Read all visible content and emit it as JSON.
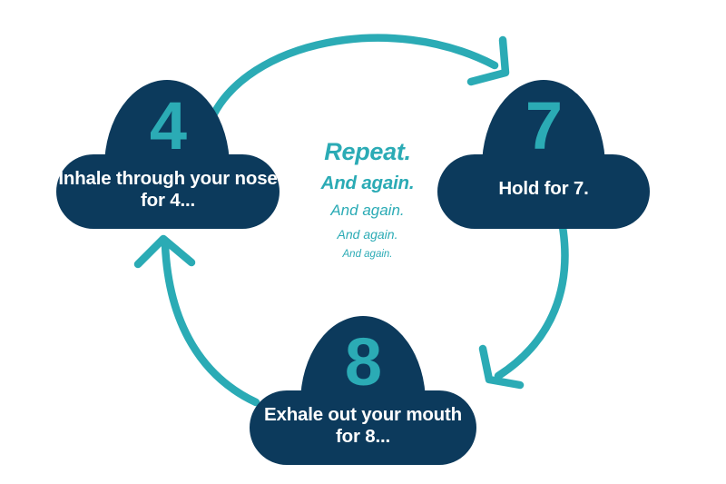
{
  "colors": {
    "navy": "#0C3A5C",
    "teal": "#2BABB5",
    "text_light": "#ffffff",
    "background": "#ffffff"
  },
  "steps": [
    {
      "id": "inhale",
      "number": "4",
      "label": "Inhale through your nose for 4...",
      "position": "left"
    },
    {
      "id": "hold",
      "number": "7",
      "label": "Hold for 7.",
      "position": "right"
    },
    {
      "id": "exhale",
      "number": "8",
      "label": "Exhale out your mouth for 8...",
      "position": "bottom"
    }
  ],
  "center": {
    "title": "Repeat.",
    "echo_1": "And again.",
    "echo_2": "And again.",
    "echo_3": "And again.",
    "echo_4": "And again."
  },
  "arrows": [
    {
      "id": "inhale-to-hold",
      "from": "inhale",
      "to": "hold"
    },
    {
      "id": "hold-to-exhale",
      "from": "hold",
      "to": "exhale"
    },
    {
      "id": "exhale-to-inhale",
      "from": "exhale",
      "to": "inhale"
    }
  ]
}
